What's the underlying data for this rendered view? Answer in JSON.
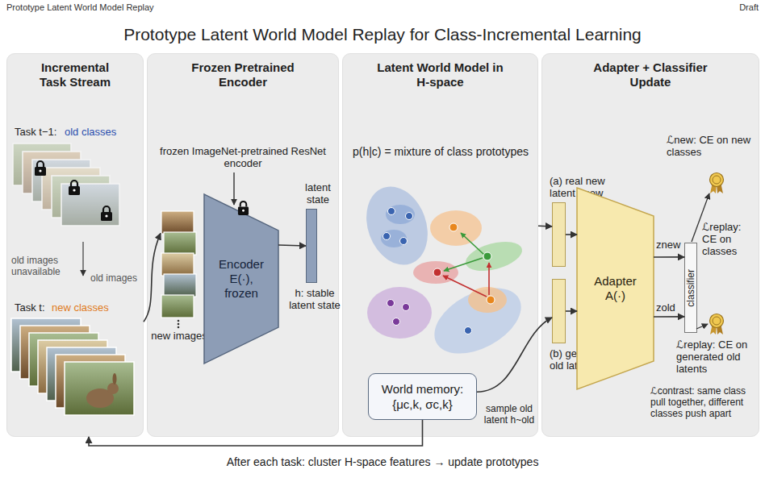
{
  "diagram": {
    "title": "Prototype Latent World Model Replay for Class-Incremental Learning",
    "nodes": [
      {
        "text": [
          "Incremental Task Stream"
        ]
      },
      {
        "text": [
          "Frozen Pretrained Encoder"
        ]
      },
      {
        "text": [
          "new images"
        ],
        "in": 1
      },
      {
        "text": [
          "Encoder E(·), frozen"
        ],
        "in": 1
      },
      {
        "text": [
          "latent state",
          "h: stable latent state"
        ],
        "in": 1
      },
      {
        "text": [
          "Latent World Model in H-space"
        ]
      },
      {
        "text": [
          "World memory:",
          "{μc,k, σc,k}"
        ],
        "in": 5
      },
      {
        "text": [
          "Adapter + Classifier Update"
        ]
      },
      {
        "text": [
          "(a) real new latent hnew"
        ],
        "in": 7
      },
      {
        "text": [
          "(b) generated old latent hold"
        ],
        "in": 7
      },
      {
        "text": [
          "Adapter A(·)"
        ],
        "in": 7
      },
      {
        "text": [
          "classifier"
        ],
        "in": 7
      }
    ],
    "edges": [
      {
        "from": 0,
        "to": 2,
        "arrow": "to"
      },
      {
        "from": 3,
        "to": 4,
        "arrow": "to"
      },
      {
        "from": 5,
        "to": 8,
        "arrow": "to"
      },
      {
        "from": 6,
        "to": 9,
        "label": "sample old latent h~old",
        "arrow": "to"
      },
      {
        "from": 8,
        "to": 10,
        "arrow": "to"
      },
      {
        "from": 9,
        "to": 10,
        "arrow": "to"
      },
      {
        "from": 10,
        "to": 11,
        "label": "znew",
        "arrow": "to"
      },
      {
        "from": 10,
        "to": 11,
        "label": "zold",
        "arrow": "to"
      },
      {
        "from": 6,
        "to": 0,
        "label": "After each task: cluster H-space features → update prototypes",
        "arrow": "to"
      }
    ],
    "labels": [
      "Prototype Latent World Model Replay",
      "Draft",
      "Task t−1:",
      "old classes",
      "old images unavailable",
      "old images",
      "Task t:",
      "new classes",
      "frozen ImageNet-pretrained ResNet encoder",
      "p(h|c) = mixture of class prototypes",
      "ℒnew: CE on new classes",
      "ℒreplay: CE on classes",
      "ℒreplay: CE on generated old latents",
      "ℒcontrast: same class pull together, different classes push apart"
    ]
  }
}
